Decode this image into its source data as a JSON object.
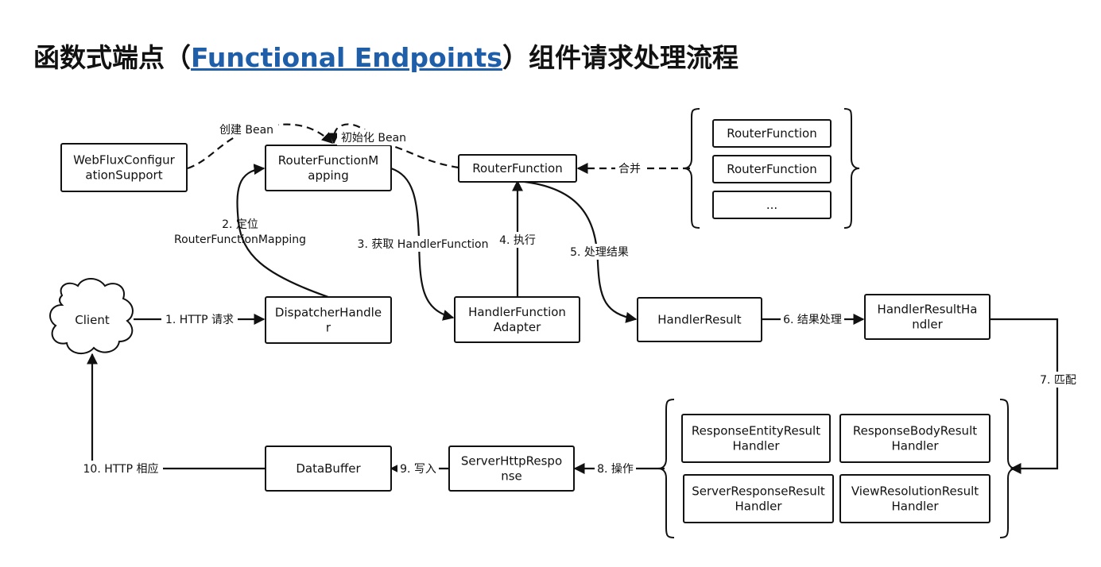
{
  "title": {
    "prefix": "函数式端点（",
    "link": "Functional Endpoints",
    "suffix": "）组件请求处理流程"
  },
  "nodes": {
    "webflux_config": [
      "WebFluxConfigur",
      "ationSupport"
    ],
    "router_function_mapping": [
      "RouterFunctionM",
      "apping"
    ],
    "router_function": [
      "RouterFunction"
    ],
    "group_router_1": [
      "RouterFunction"
    ],
    "group_router_2": [
      "RouterFunction"
    ],
    "group_router_3": [
      "..."
    ],
    "client": [
      "Client"
    ],
    "dispatcher_handler": [
      "DispatcherHandle",
      "r"
    ],
    "handler_function_adapter": [
      "HandlerFunction",
      "Adapter"
    ],
    "handler_result": [
      "HandlerResult"
    ],
    "handler_result_handler": [
      "HandlerResultHa",
      "ndler"
    ],
    "response_entity_result_handler": [
      "ResponseEntityResult",
      "Handler"
    ],
    "response_body_result_handler": [
      "ResponseBodyResult",
      "Handler"
    ],
    "server_response_result_handler": [
      "ServerResponseResult",
      "Handler"
    ],
    "view_resolution_result_handler": [
      "ViewResolutionResult",
      "Handler"
    ],
    "server_http_response": [
      "ServerHttpRespo",
      "nse"
    ],
    "data_buffer": [
      "DataBuffer"
    ]
  },
  "edges": {
    "create_bean": [
      "创建 Bean"
    ],
    "init_bean": [
      "初始化 Bean"
    ],
    "merge": [
      "合并"
    ],
    "step1": [
      "1. HTTP 请求"
    ],
    "step2": [
      "2. 定位",
      "RouterFunctionMapping"
    ],
    "step3": [
      "3. 获取 HandlerFunction"
    ],
    "step4": [
      "4. 执行"
    ],
    "step5": [
      "5. 处理结果"
    ],
    "step6": [
      "6. 结果处理"
    ],
    "step7": [
      "7. 匹配"
    ],
    "step8": [
      "8. 操作"
    ],
    "step9": [
      "9. 写入"
    ],
    "step10": [
      "10. HTTP 相应"
    ]
  }
}
